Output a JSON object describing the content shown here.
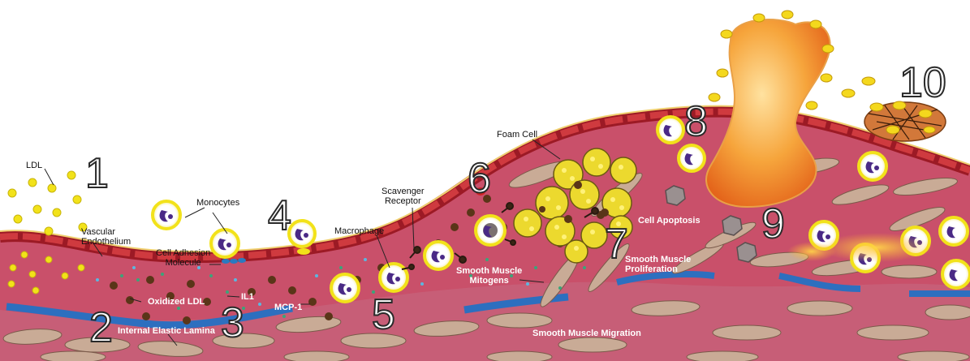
{
  "labels": {
    "ldl": "LDL",
    "vascular_endothelium": "Vascular\nEndothelium",
    "monocytes": "Monocytes",
    "cell_adhesion_molecule": "Cell Adhesion\nMolecule",
    "oxidized_ldl": "Oxidized LDL",
    "il1": "IL1",
    "mcp1": "MCP-1",
    "internal_elastic_lamina": "Internal Elastic Lamina",
    "macrophage": "Macrophage",
    "scavenger_receptor": "Scavenger\nReceptor",
    "foam_cell": "Foam Cell",
    "smooth_muscle_mitogens": "Smooth Muscle\nMitogens",
    "smooth_muscle_migration": "Smooth Muscle Migration",
    "cell_apoptosis": "Cell Apoptosis",
    "smooth_muscle_proliferation": "Smooth Muscle\nProliferation"
  },
  "steps": [
    "1",
    "2",
    "3",
    "4",
    "5",
    "6",
    "7",
    "8",
    "9",
    "10"
  ],
  "colors": {
    "intima": "#c9506a",
    "media": "#d3b9b1",
    "endothelium": "#b4202a",
    "lamina": "#2d6fbf",
    "ldl": "#f2e21a",
    "monocyte_nucleus": "#4a2a86",
    "oxidized_ldl": "#5a3518",
    "smooth_muscle": "#c2a58f",
    "thrombus": "#f39a2a",
    "platelet": "#f4d81d",
    "mitogen_dot": "#3aa57a"
  }
}
